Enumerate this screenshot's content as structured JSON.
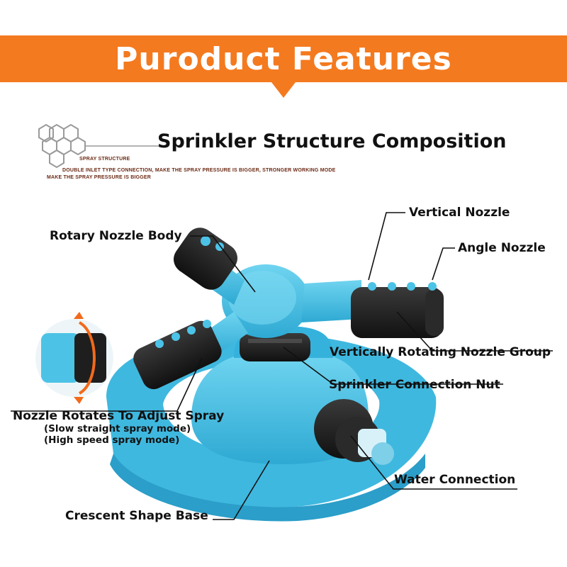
{
  "banner": {
    "title": "Puroduct Features"
  },
  "section": {
    "heading": "Sprinkler Structure Composition",
    "logo_text": "SPRAY STRUCTURE",
    "note_line1": "DOUBLE INLET TYPE CONNECTION, MAKE THE SPRAY PRESSURE IS BIGGER, STRONGER WORKING MODE",
    "note_line2": "MAKE THE SPRAY PRESSURE IS BIGGER"
  },
  "callouts": {
    "vertical_nozzle": "Vertical Nozzle",
    "angle_nozzle": "Angle Nozzle",
    "rotary_nozzle_body": "Rotary Nozzle Body",
    "vertically_rotating_group": "Vertically Rotating Nozzle Group",
    "connection_nut": "Sprinkler Connection Nut",
    "nozzle_rotates": "Nozzle Rotates To Adjust Spray",
    "mode_slow": "(Slow straight spray mode)",
    "mode_high": "(High speed spray mode)",
    "water_connection": "Water Connection",
    "crescent_base": "Crescent Shape Base"
  },
  "colors": {
    "banner": "#f47a1f",
    "product_blue": "#4cc3e6",
    "product_black": "#1e1e1e",
    "rotation_arrow": "#f26a1b"
  }
}
